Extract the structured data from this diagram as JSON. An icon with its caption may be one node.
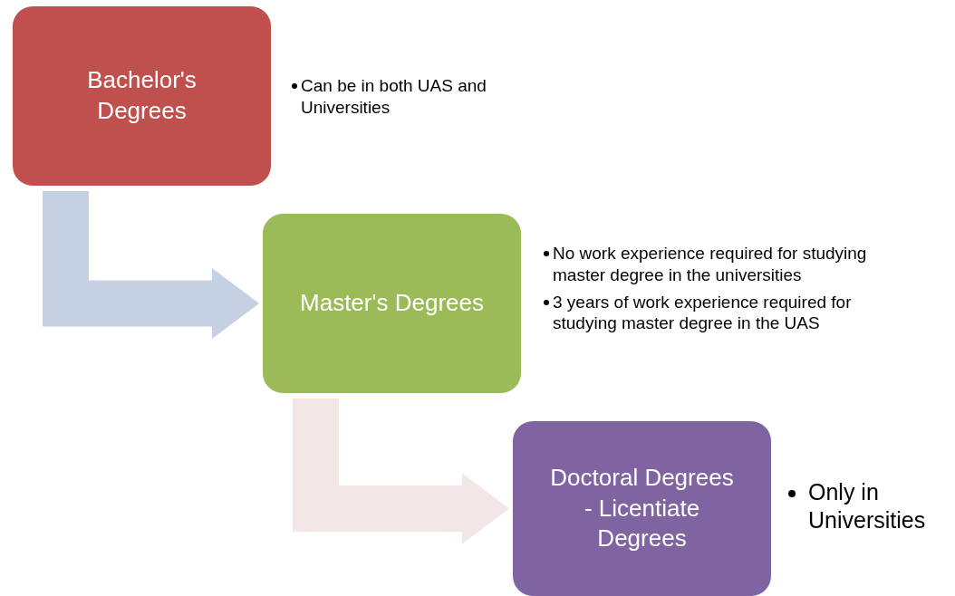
{
  "diagram": {
    "nodes": [
      {
        "text": [
          "Bachelor's Degrees"
        ],
        "beside": [
          "Can be in both UAS and Universities"
        ]
      },
      {
        "text": [
          "Master's Degrees"
        ],
        "beside": [
          "No work experience required for studying master degree in the universities",
          "3 years of work experience required for studying master degree in the UAS"
        ]
      },
      {
        "text": [
          "Doctoral Degrees - Licentiate Degrees"
        ],
        "beside": [
          "Only in Universities"
        ]
      }
    ],
    "edges": [
      {
        "from": 0,
        "to": 1,
        "arrow": "to",
        "color": "#c5d0e3"
      },
      {
        "from": 1,
        "to": 2,
        "arrow": "to",
        "color": "#f2e6e6"
      }
    ]
  }
}
